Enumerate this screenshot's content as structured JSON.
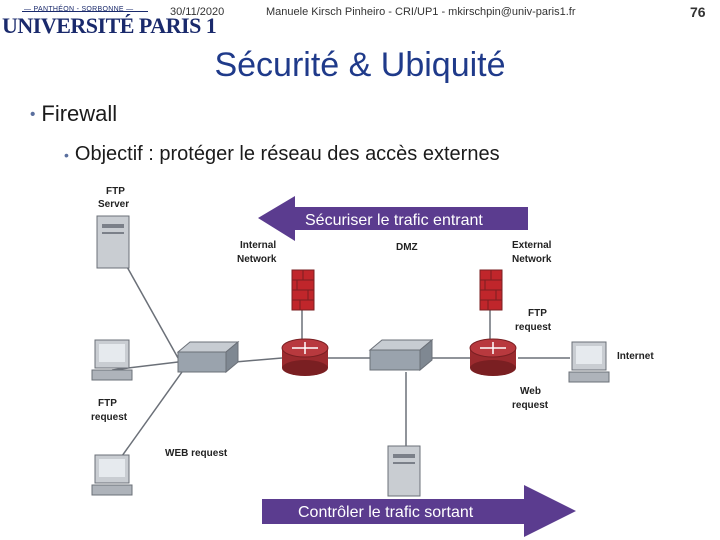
{
  "header": {
    "logo_line1": "— PANTHÉON - SORBONNE —",
    "logo_line2": "UNIVERSITÉ PARIS 1",
    "date": "30/11/2020",
    "author": "Manuele Kirsch Pinheiro - CRI/UP1 - mkirschpin@univ-paris1.fr",
    "page_number": "76"
  },
  "slide": {
    "title": "Sécurité & Ubiquité",
    "bullet1": "Firewall",
    "bullet2": "Objectif : protéger le réseau des accès externes"
  },
  "diagram": {
    "arrow_in_label": "Sécuriser le trafic entrant",
    "arrow_out_label": "Contrôler le trafic sortant",
    "labels": {
      "ftp_server": [
        "FTP",
        "Server"
      ],
      "internal_network": [
        "Internal",
        "Network"
      ],
      "dmz": "DMZ",
      "external_network": [
        "External",
        "Network"
      ],
      "ftp_request_right": [
        "FTP",
        "request"
      ],
      "internet": "Internet",
      "web_request_right": [
        "Web",
        "request"
      ],
      "ftp_request_left": [
        "FTP",
        "request"
      ],
      "web_request_left": "WEB request"
    },
    "colors": {
      "arrow": "#5b3c8f",
      "firewall": "#c0262b",
      "router": "#9b2a2e",
      "switch": "#9aa3ad"
    }
  }
}
